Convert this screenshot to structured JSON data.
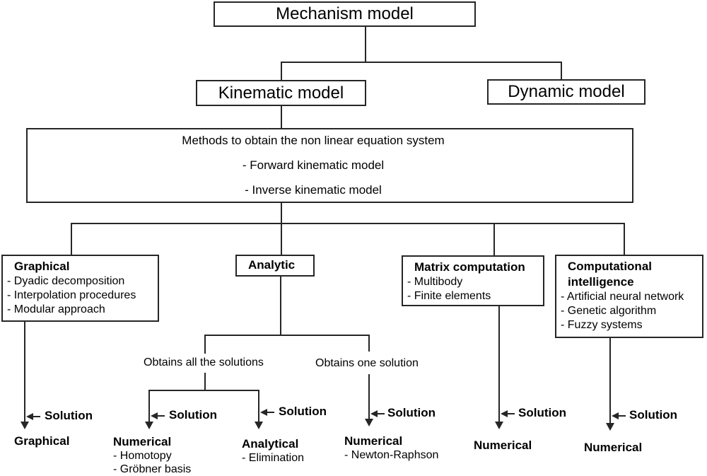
{
  "page": {
    "background": "#ffffff",
    "line_color": "#262626",
    "text_color": "#000000"
  },
  "tree": {
    "root": "Mechanism model",
    "kinematic": "Kinematic model",
    "dynamic": "Dynamic model",
    "methods": {
      "title": "Methods to obtain the non linear equation system",
      "items": [
        "- Forward kinematic model",
        "- Inverse kinematic model"
      ]
    },
    "approaches": {
      "graphical": {
        "title": "Graphical",
        "items": [
          "- Dyadic decomposition",
          "- Interpolation procedures",
          "- Modular approach"
        ]
      },
      "analytic": {
        "title": "Analytic"
      },
      "matrix": {
        "title": "Matrix computation",
        "items": [
          "- Multibody",
          "- Finite elements"
        ]
      },
      "computational": {
        "title": "Computational intelligence",
        "items": [
          "- Artificial neural network",
          "- Genetic algorithm",
          "- Fuzzy systems"
        ]
      }
    },
    "branches": {
      "all": "Obtains all the solutions",
      "one": "Obtains one solution"
    },
    "solution": "Solution",
    "outcomes": {
      "graphical": {
        "title": "Graphical"
      },
      "numerical_homotopy": {
        "title": "Numerical",
        "items": [
          "- Homotopy",
          "- Gröbner basis"
        ]
      },
      "analytical": {
        "title": "Analytical",
        "items": [
          "- Elimination"
        ]
      },
      "numerical_newton": {
        "title": "Numerical",
        "items": [
          "- Newton-Raphson"
        ]
      },
      "numerical_matrix": {
        "title": "Numerical"
      },
      "numerical_computational": {
        "title": "Numerical"
      }
    }
  }
}
